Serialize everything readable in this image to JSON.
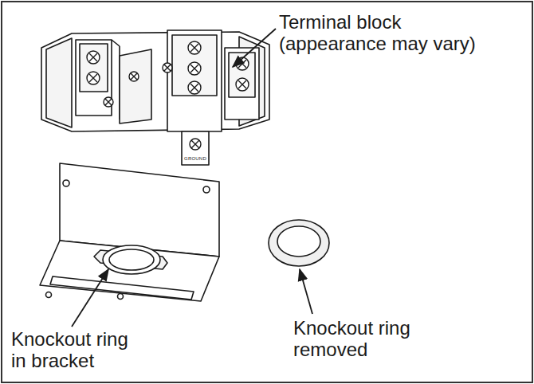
{
  "diagram": {
    "labels": [
      "Terminal block (appearance may vary)",
      "Knockout ring in bracket",
      "Knockout ring removed",
      "GROUND"
    ]
  }
}
